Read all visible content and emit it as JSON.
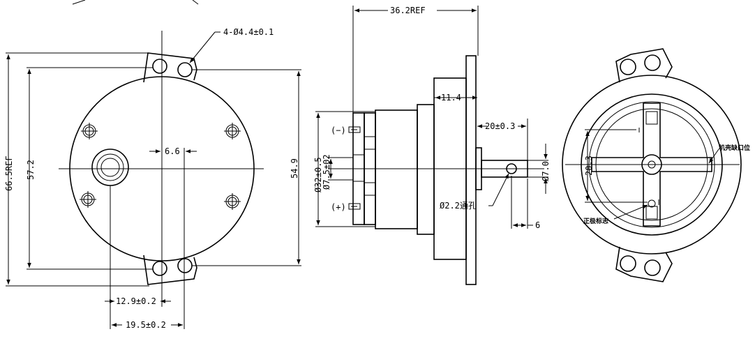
{
  "colors": {
    "ink": "#000000",
    "paper": "#ffffff"
  },
  "front_view": {
    "hole_callout": "4-Ø4.4±0.1",
    "overall_height": "66.5REF",
    "inner_height": "57.2",
    "right_height": "54.9",
    "offset_top": "6.6",
    "offset_bottom_1": "12.9±0.2",
    "offset_bottom_2": "19.5±0.2"
  },
  "side_view": {
    "overall_length": "36.2REF",
    "flange_width": "11.4",
    "shaft_length": "20±0.3",
    "body_diameter": "Ø32±0.5",
    "boss_diameter": "Ø7.5±02",
    "shaft_diameter": "Ø7.0",
    "through_hole": "Ø2.2通孔",
    "hole_offset": "6",
    "terminal_negative": "(−)",
    "terminal_positive": "(+)"
  },
  "rear_view": {
    "notch_label": "机壳缺口位",
    "mark_label": "正极标志",
    "height_dim": "20.3"
  }
}
